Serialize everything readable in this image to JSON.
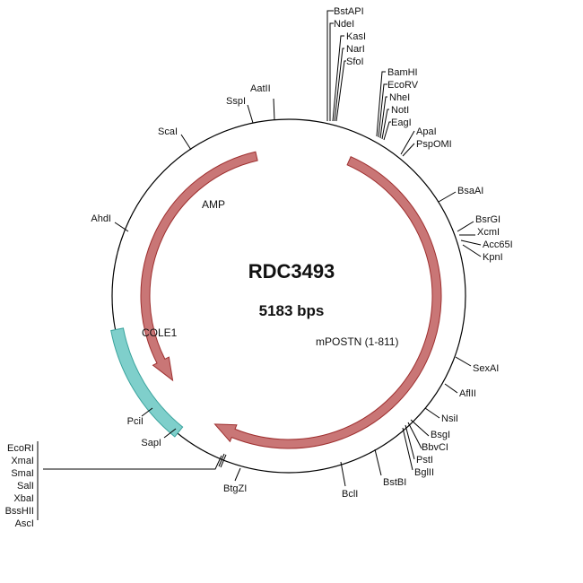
{
  "plasmid": {
    "name": "RDC3493",
    "size_label": "5183 bps",
    "colors": {
      "backbone": "#000000",
      "arrow_fill": "#c97676",
      "arrow_stroke": "#9e2f2f",
      "cole1_fill": "#7fcfcb",
      "cole1_stroke": "#3aa39d"
    }
  },
  "features": [
    {
      "label": "AMP",
      "type": "arrow",
      "direction": "ccw"
    },
    {
      "label": "mPOSTN (1-811)",
      "type": "arrow",
      "direction": "cw"
    },
    {
      "label": "COLE1",
      "type": "block"
    }
  ],
  "sites": {
    "top_stack_1": [
      "BstAPI",
      "NdeI",
      "KasI",
      "NarI",
      "SfoI"
    ],
    "top_stack_2": [
      "BamHI",
      "EcoRV",
      "NheI",
      "NotI",
      "EagI"
    ],
    "top_stack_3": [
      "ApaI",
      "PspOMI"
    ],
    "singles_right": [
      "BsaAI"
    ],
    "stack_bsrgi": [
      "BsrGI",
      "XcmI",
      "Acc65I",
      "KpnI"
    ],
    "right_lower": [
      "SexAI",
      "AflII",
      "NsiI"
    ],
    "stack_bsgi": [
      "BsgI",
      "BbvCI",
      "PstI",
      "BglII"
    ],
    "bottom": [
      "BstBI",
      "BclI",
      "BtgZI"
    ],
    "left_mcs": [
      "EcoRI",
      "XmaI",
      "SmaI",
      "SalI",
      "XbaI",
      "BssHII",
      "AscI"
    ],
    "left": [
      "SapI",
      "PciI",
      "AhdI",
      "ScaI",
      "SspI",
      "AatII"
    ]
  }
}
